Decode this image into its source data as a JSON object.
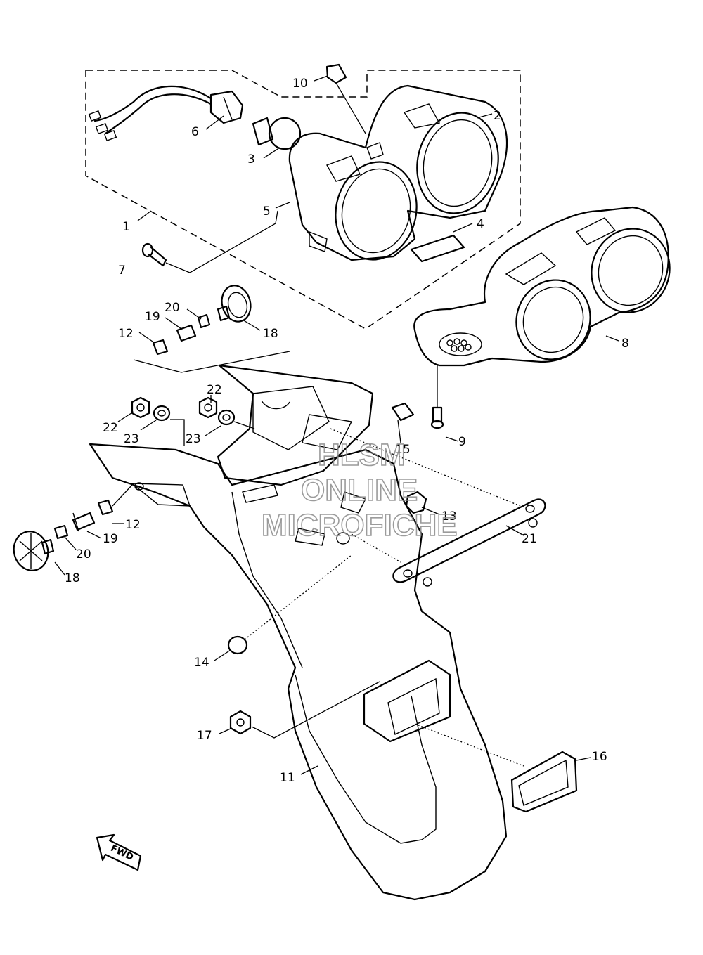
{
  "diagram": {
    "callouts": [
      {
        "id": "c1",
        "label": "1"
      },
      {
        "id": "c2",
        "label": "2"
      },
      {
        "id": "c3",
        "label": "3"
      },
      {
        "id": "c4",
        "label": "4"
      },
      {
        "id": "c5",
        "label": "5"
      },
      {
        "id": "c6",
        "label": "6"
      },
      {
        "id": "c7",
        "label": "7"
      },
      {
        "id": "c8",
        "label": "8"
      },
      {
        "id": "c9",
        "label": "9"
      },
      {
        "id": "c10",
        "label": "10"
      },
      {
        "id": "c11",
        "label": "11"
      },
      {
        "id": "c12a",
        "label": "12"
      },
      {
        "id": "c12b",
        "label": "12"
      },
      {
        "id": "c13",
        "label": "13"
      },
      {
        "id": "c14",
        "label": "14"
      },
      {
        "id": "c15",
        "label": "15"
      },
      {
        "id": "c16",
        "label": "16"
      },
      {
        "id": "c17",
        "label": "17"
      },
      {
        "id": "c18a",
        "label": "18"
      },
      {
        "id": "c18b",
        "label": "18"
      },
      {
        "id": "c19a",
        "label": "19"
      },
      {
        "id": "c19b",
        "label": "19"
      },
      {
        "id": "c20a",
        "label": "20"
      },
      {
        "id": "c20b",
        "label": "20"
      },
      {
        "id": "c21",
        "label": "21"
      },
      {
        "id": "c22a",
        "label": "22"
      },
      {
        "id": "c22b",
        "label": "22"
      },
      {
        "id": "c23a",
        "label": "23"
      },
      {
        "id": "c23b",
        "label": "23"
      }
    ],
    "watermark": [
      "HLSM",
      "ONLINE",
      "MICROFICHE"
    ],
    "fwd_label": "FWD"
  }
}
